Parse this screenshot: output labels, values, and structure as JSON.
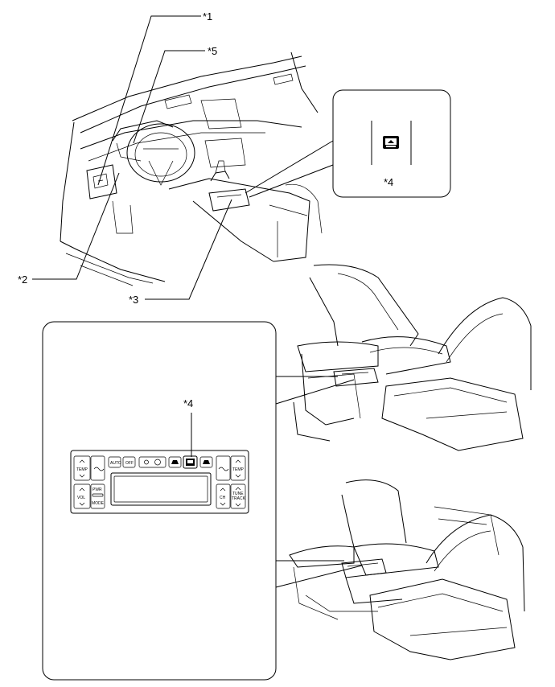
{
  "callouts": {
    "c1": "*1",
    "c2": "*2",
    "c3": "*3",
    "c4_top": "*4",
    "c4_panel": "*4",
    "c5": "*5"
  },
  "rear_panel": {
    "buttons": {
      "temp_left": "TEMP",
      "auto": "AUTO",
      "off": "OFF",
      "temp_right": "TEMP",
      "vol": "VOL",
      "pwr": "PWR",
      "mode": "MODE",
      "ch": "CH",
      "tune": "TUNE",
      "track": "TRACK"
    }
  },
  "icons": {
    "switch_symbol": "seat-switch-icon"
  }
}
